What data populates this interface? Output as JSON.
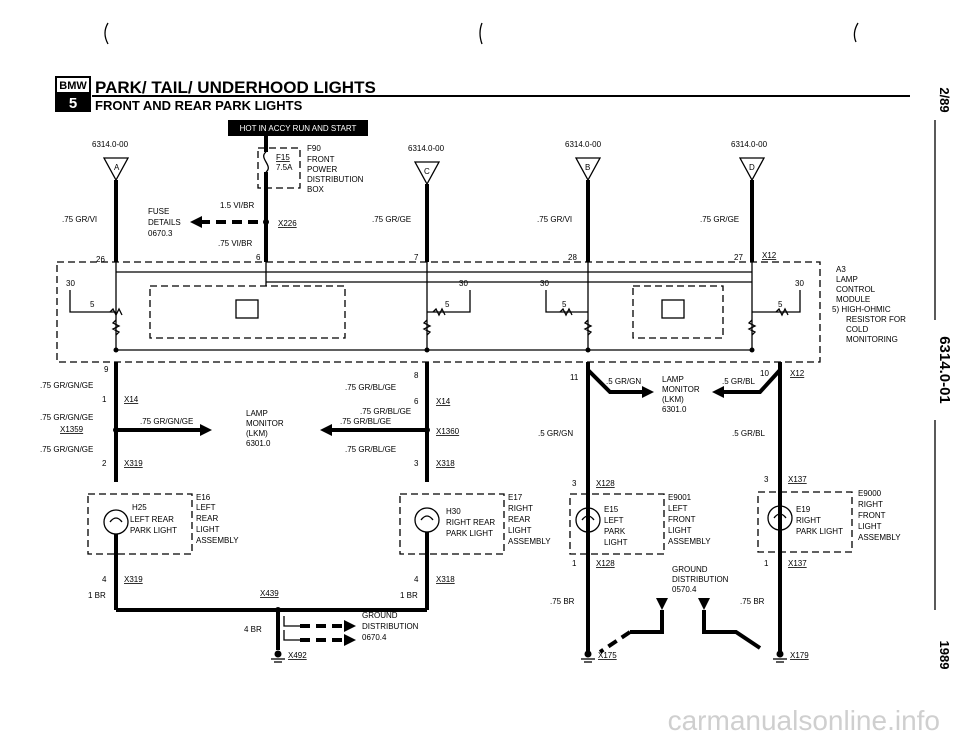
{
  "header": {
    "logo_top": "BMW",
    "logo_bottom": "5",
    "title": "PARK/ TAIL/ UNDERHOOD LIGHTS",
    "subtitle": "FRONT AND REAR PARK LIGHTS"
  },
  "side": {
    "date": "2/89",
    "code": "6314.0-01",
    "year": "1989"
  },
  "watermark": "carmanualsonline.info",
  "hot_label": "HOT IN ACCY RUN AND START",
  "fuse_box": {
    "id": "F90",
    "fuse": "F15",
    "amp": "7.5A",
    "l1": "FRONT",
    "l2": "POWER",
    "l3": "DISTRIBUTION",
    "l4": "BOX"
  },
  "fuse_details": {
    "l1": "FUSE",
    "l2": "DETAILS",
    "l3": "0670.3",
    "wire_top": "1.5 VI/BR",
    "wire_bottom": ".75 VI/BR",
    "conn": "X226"
  },
  "connectors": {
    "a": {
      "ref": "6314.0-00",
      "letter": "A",
      "wire": ".75 GR/VI"
    },
    "c": {
      "ref": "6314.0-00",
      "letter": "C",
      "wire": ".75 GR/GE"
    },
    "b": {
      "ref": "6314.0-00",
      "letter": "B",
      "wire": ".75 GR/VI"
    },
    "dd": {
      "ref": "6314.0-00",
      "letter": "D",
      "wire": ".75 GR/GE"
    }
  },
  "pins": {
    "p26": "26",
    "p6": "6",
    "p7": "7",
    "p28": "28",
    "p27": "27",
    "x12": "X12",
    "p9": "9",
    "p8": "8",
    "p11": "11",
    "p10": "10",
    "x12b": "X12",
    "p1": "1",
    "p6b": "6",
    "p2": "2",
    "p3": "3",
    "p3b": "3",
    "p3c": "3",
    "p4": "4",
    "p4b": "4",
    "p1b": "1",
    "p1c": "1",
    "p5a": "5",
    "p5b": "5",
    "p5c": "5",
    "p5d": "5",
    "p30a": "30",
    "p30b": "30",
    "p30c": "30",
    "p30d": "30"
  },
  "lcm": {
    "l1": "A3",
    "l2": "LAMP",
    "l3": "CONTROL",
    "l4": "MODULE",
    "l5": "5) HIGH-OHMIC",
    "l6": "RESISTOR FOR",
    "l7": "COLD",
    "l8": "MONITORING"
  },
  "left_wires": {
    "w1": ".75 GR/GN/GE",
    "w2": ".75 GR/GN/GE",
    "w3": ".75 GR/GN/GE",
    "w4": ".75 GR/GN/GE",
    "x14": "X14",
    "x1359": "X1359",
    "x319": "X319",
    "x319b": "X319",
    "br": "1 BR"
  },
  "center_wires": {
    "w1": ".75 GR/BL/GE",
    "w2": ".75 GR/BL/GE",
    "w3": ".75 GR/BL/GE",
    "w4": ".75 GR/BL/GE",
    "x14": "X14",
    "x1360": "X1360",
    "x318": "X318",
    "x318b": "X318",
    "br": "1 BR"
  },
  "lamp_monitor_1": {
    "l1": "LAMP",
    "l2": "MONITOR",
    "l3": "(LKM)",
    "l4": "6301.0"
  },
  "lamp_monitor_2": {
    "l1": "LAMP",
    "l2": "MONITOR",
    "l3": "(LKM)",
    "l4": "6301.0",
    "w_left": ".5 GR/GN",
    "w_right": ".5 GR/BL"
  },
  "right_wires": {
    "w1": ".5 GR/GN",
    "w2": ".5 GR/BL",
    "x128": "X128",
    "x128b": "X128",
    "x137": "X137",
    "x137b": "X137",
    "br1": ".75 BR",
    "br2": ".75 BR",
    "x175": "X175",
    "x179": "X179"
  },
  "h25": {
    "id": "H25",
    "l1": "LEFT REAR",
    "l2": "PARK LIGHT",
    "e": "E16",
    "e1": "LEFT",
    "e2": "REAR",
    "e3": "LIGHT",
    "e4": "ASSEMBLY"
  },
  "h30": {
    "id": "H30",
    "l1": "RIGHT REAR",
    "l2": "PARK LIGHT",
    "e": "E17",
    "e1": "RIGHT",
    "e2": "REAR",
    "e3": "LIGHT",
    "e4": "ASSEMBLY"
  },
  "e15": {
    "id": "E15",
    "l1": "LEFT",
    "l2": "PARK",
    "l3": "LIGHT",
    "e": "E9001",
    "e1": "LEFT",
    "e2": "FRONT",
    "e3": "LIGHT",
    "e4": "ASSEMBLY"
  },
  "e19": {
    "id": "E19",
    "l1": "RIGHT",
    "l2": "PARK LIGHT",
    "e": "E9000",
    "e1": "RIGHT",
    "e2": "FRONT",
    "e3": "LIGHT",
    "e4": "ASSEMBLY"
  },
  "ground1": {
    "x439": "X439",
    "br": "4 BR",
    "l1": "GROUND",
    "l2": "DISTRIBUTION",
    "l3": "0670.4",
    "x492": "X492"
  },
  "ground2": {
    "l1": "GROUND",
    "l2": "DISTRIBUTION",
    "l3": "0570.4"
  }
}
